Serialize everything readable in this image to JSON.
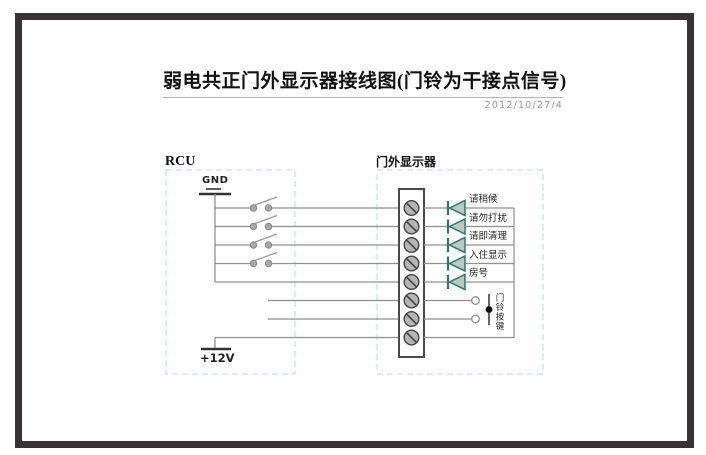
{
  "header": {
    "title": "弱电共正门外显示器接线图(门铃为干接点信号)",
    "date": "2012/10/27/4"
  },
  "rcu": {
    "label": "RCU",
    "gnd_label": "GND",
    "power_label": "+12V",
    "switch_count": 4
  },
  "display": {
    "label": "门外显示器",
    "terminal_count": 8,
    "leds": [
      {
        "label": "请稍候"
      },
      {
        "label": "请勿打扰"
      },
      {
        "label": "请即清理"
      },
      {
        "label": "入住显示"
      },
      {
        "label": "房号"
      }
    ],
    "bell_button": {
      "label": "门铃按键"
    }
  },
  "colors": {
    "frame": "#3a3335",
    "wire": "#8f8f8f",
    "dashed_box": "#c2e6e6",
    "led_stroke": "#2e7567",
    "led_fill": "#bcc8c4",
    "terminal_fill": "#b5b5b5",
    "terminal_stroke": "#444444",
    "date_text": "#9a9a9a"
  }
}
